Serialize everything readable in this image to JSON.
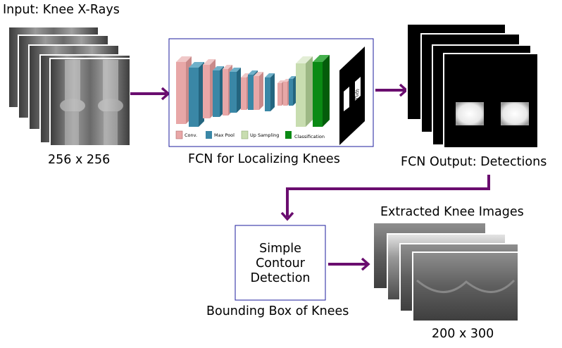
{
  "input": {
    "title": "Input: Knee X-Rays",
    "size": "256 x 256"
  },
  "fcn": {
    "caption": "FCN for Localizing Knees",
    "legend": [
      {
        "label": "Conv.",
        "color": "#e8a7a7"
      },
      {
        "label": "Max Pool",
        "color": "#3a87a6"
      },
      {
        "label": "Up Sampling",
        "color": "#c8ddb0"
      },
      {
        "label": "Classification",
        "color": "#0a8a14"
      }
    ],
    "ground_truth": "Ground Truth"
  },
  "output": {
    "caption": "FCN Output: Detections"
  },
  "contour": {
    "lines": [
      "Simple",
      "Contour",
      "Detection"
    ],
    "caption": "Bounding Box of Knees"
  },
  "extracted": {
    "title": "Extracted Knee Images",
    "size": "200 x 300"
  },
  "colors": {
    "arrow": "#6a0d6f",
    "box_border": "#1c1c9c"
  }
}
